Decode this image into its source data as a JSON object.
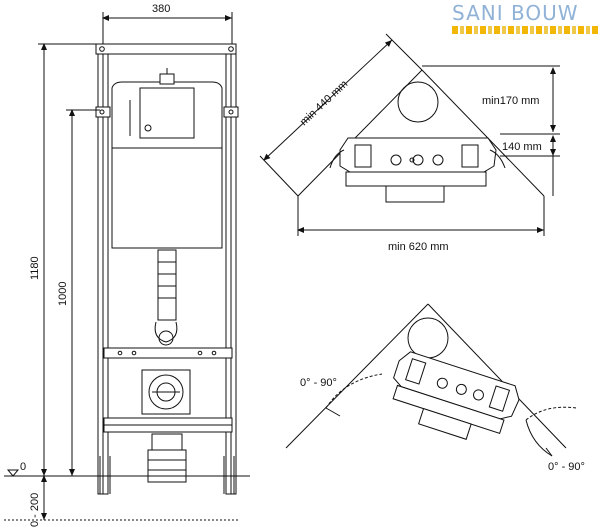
{
  "logo": {
    "text": "SANI BOUW"
  },
  "front_view": {
    "width_label": "380",
    "height_label": "1180",
    "outlet_height_label": "1000",
    "floor_label": "0",
    "adjust_label": "0 - 200"
  },
  "corner_view": {
    "side_label": "min 440 mm",
    "depth_label": "min170 mm",
    "offset_label": "140 mm",
    "width_label": "min 620 mm"
  },
  "rotation_view": {
    "left_angle_label": "0° - 90°",
    "right_angle_label": "0° - 90°"
  },
  "colors": {
    "line": "#111111",
    "logo_blue": "#8fb2d6",
    "logo_yellow": "#f2b705"
  }
}
